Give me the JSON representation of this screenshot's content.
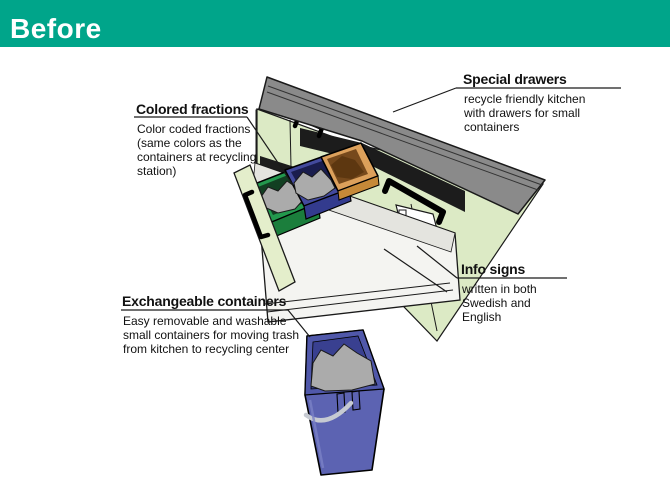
{
  "slide": {
    "label": "Before"
  },
  "annotations": {
    "special_drawers": {
      "title": "Special drawers",
      "body": "recycle friendly kitchen\nwith drawers for small\ncontainers"
    },
    "colored_fractions": {
      "title": "Colored fractions",
      "body": "Color coded fractions\n(same colors as the\ncontainers at recycling\nstation)"
    },
    "info_signs": {
      "title": "Info signs",
      "body": "written in both\nSwedish and\nEnglish"
    },
    "exchangeable_containers": {
      "title": "Exchangeable containers",
      "body": "Easy removable and washable\nsmall containers for moving trash\nfrom kitchen to recycling center"
    }
  },
  "illustration": {
    "description": "Kitchen cabinet with gray countertop, a pull-out drawer holding three color-coded waste bins (green, blue, orange), black door handles, a white info sign on the door, and a separate blue exchangeable waste container with gray trash",
    "colors": {
      "header_bar": "#00A58A",
      "counter": "#8a8a8a",
      "cabinet": "#dceac5",
      "cabinet_side": "#f2f5e3",
      "drawer_front": "#e4eecb",
      "drawer_box": "#f4f4f1",
      "bin_green": "#23984d",
      "bin_blue": "#434a9e",
      "bin_orange": "#dca05b",
      "container_blue": "#5c63b2",
      "trash_gray": "#ababab",
      "sign_white": "#ffffff"
    }
  }
}
